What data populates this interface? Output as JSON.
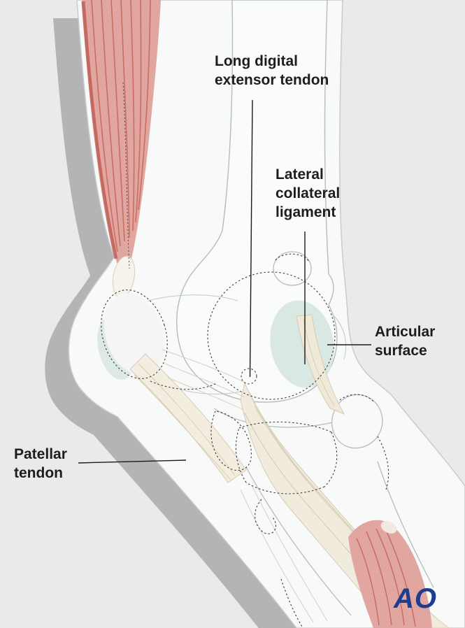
{
  "figure": {
    "labels": [
      {
        "id": "long-digital-extensor-tendon",
        "lines": [
          "Long digital",
          "extensor tendon"
        ]
      },
      {
        "id": "lateral-collateral-ligament",
        "lines": [
          "Lateral",
          "collateral",
          "ligament"
        ]
      },
      {
        "id": "articular-surface",
        "lines": [
          "Articular",
          "surface"
        ]
      },
      {
        "id": "patellar-tendon",
        "lines": [
          "Patellar",
          "tendon"
        ]
      }
    ],
    "logo": {
      "text": "AO",
      "color": "#1d3d8f"
    },
    "colors": {
      "background": "#e9eaeb",
      "shadow": "#b2b4b6",
      "limb": "#f8f9f9",
      "bone_outline": "#b8bbbd",
      "muscle": "#e0a69f",
      "muscle_striation": "#c7695f",
      "tendon": "#f0ebdc",
      "tendon_line": "#d6ccb6",
      "articular_surface": "#d9e8e3",
      "dashed_outline": "#3a3a3a",
      "label_text": "#1d1d1b",
      "leader_line": "#1a1a1a"
    }
  }
}
